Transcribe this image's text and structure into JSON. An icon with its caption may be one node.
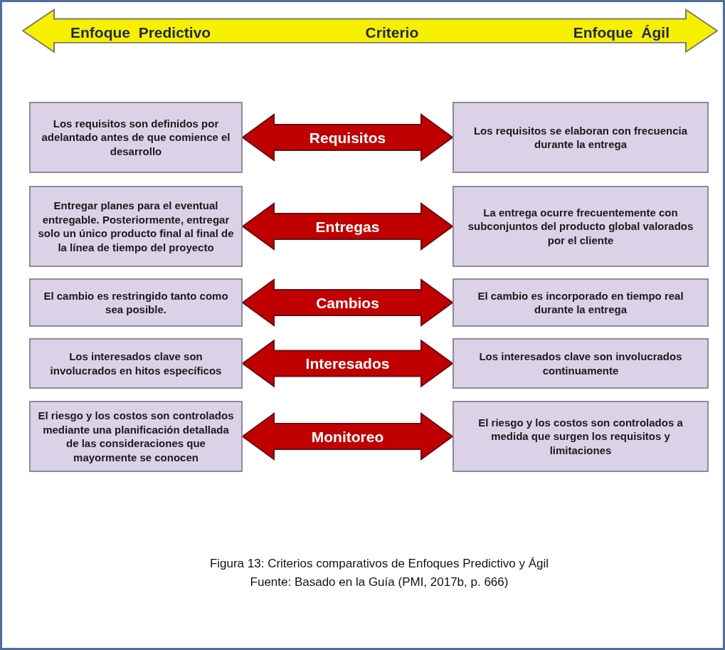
{
  "diagram": {
    "caption": "Figura 13: Criterios comparativos de Enfoques Predictivo y Ágil",
    "nodes": [
      {
        "text": [
          "Enfoque  Predictivo",
          "Criterio",
          "Enfoque  Ágil"
        ]
      },
      {
        "text": [
          "Los requisitos son definidos por adelantado antes de que comience el desarrollo"
        ]
      },
      {
        "text": [
          "Los requisitos se elaboran con frecuencia durante la entrega"
        ]
      },
      {
        "text": [
          "Entregar planes para el eventual entregable. Posteriormente, entregar solo un único producto final al final de la línea de tiempo del proyecto"
        ]
      },
      {
        "text": [
          "La entrega ocurre frecuentemente con subconjuntos del producto global valorados por el cliente"
        ]
      },
      {
        "text": [
          "El cambio es restringido tanto como sea posible."
        ]
      },
      {
        "text": [
          "El cambio es incorporado en tiempo real durante la entrega"
        ]
      },
      {
        "text": [
          "Los interesados clave son involucrados en hitos específicos"
        ]
      },
      {
        "text": [
          "Los interesados clave son involucrados continuamente"
        ]
      },
      {
        "text": [
          "El riesgo y los costos son controlados mediante una planificación detallada de las consideraciones que mayormente se conocen"
        ]
      },
      {
        "text": [
          "El riesgo y los costos son controlados a medida que surgen los requisitos y limitaciones"
        ]
      }
    ],
    "edges": [
      {
        "from": 1,
        "to": 2,
        "arrow": "both",
        "label": "Requisitos",
        "style": "thick",
        "color": "#c00000"
      },
      {
        "from": 3,
        "to": 4,
        "arrow": "both",
        "label": "Entregas",
        "style": "thick",
        "color": "#c00000"
      },
      {
        "from": 5,
        "to": 6,
        "arrow": "both",
        "label": "Cambios",
        "style": "thick",
        "color": "#c00000"
      },
      {
        "from": 7,
        "to": 8,
        "arrow": "both",
        "label": "Interesados",
        "style": "thick",
        "color": "#c00000"
      },
      {
        "from": 9,
        "to": 10,
        "arrow": "both",
        "label": "Monitoreo",
        "style": "thick",
        "color": "#c00000"
      }
    ],
    "labels": [
      "Fuente: Basado en la Guía (PMI, 2017b, p. 666)"
    ]
  }
}
